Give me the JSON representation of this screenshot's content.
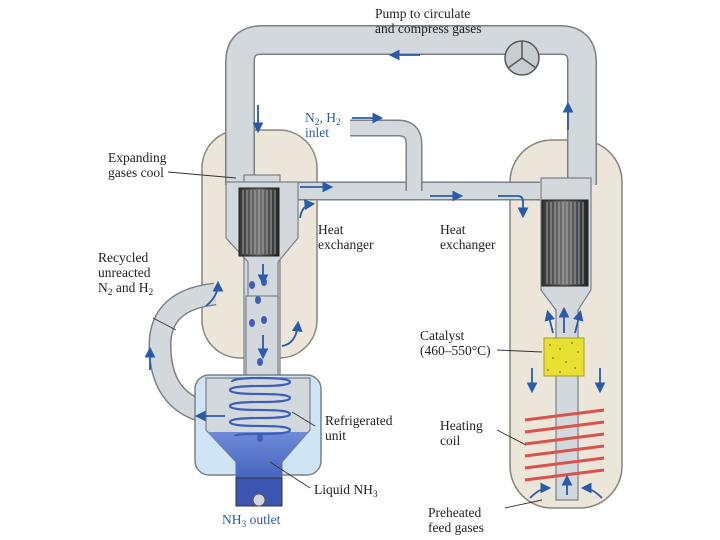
{
  "labels": {
    "pump_line1": "Pump to circulate",
    "pump_line2": "and compress gases",
    "inlet_n": "N",
    "inlet_sub1": "2",
    "inlet_mid": ", H",
    "inlet_sub2": "2",
    "inlet_line2": "inlet",
    "expanding_line1": "Expanding",
    "expanding_line2": "gases cool",
    "heat_exchanger_left_line1": "Heat",
    "heat_exchanger_left_line2": "exchanger",
    "heat_exchanger_right_line1": "Heat",
    "heat_exchanger_right_line2": "exchanger",
    "recycled_line1": "Recycled",
    "recycled_line2": "unreacted",
    "recycled_n": "N",
    "recycled_sub1": "2",
    "recycled_and": " and H",
    "recycled_sub2": "2",
    "catalyst_line1": "Catalyst",
    "catalyst_line2": "(460–550°C)",
    "refrigerated_line1": "Refrigerated",
    "refrigerated_line2": "unit",
    "heating_line1": "Heating",
    "heating_line2": "coil",
    "liquid_prefix": "Liquid NH",
    "liquid_sub": "3",
    "outlet_prefix": "NH",
    "outlet_sub": "3",
    "outlet_suffix": " outlet",
    "preheated_line1": "Preheated",
    "preheated_line2": "feed gases"
  },
  "colors": {
    "pipe": "#d3d8dc",
    "pipe_edge": "#7a8088",
    "vessel": "#ece6da",
    "vessel_edge": "#8a8478",
    "arrow": "#2a5aa8",
    "coil_blue": "#3d5fb8",
    "coil_red": "#d9534a",
    "catalyst": "#e8e030",
    "liquid": "#4a68c8",
    "refrigerant_bg": "#cfe4f4"
  }
}
